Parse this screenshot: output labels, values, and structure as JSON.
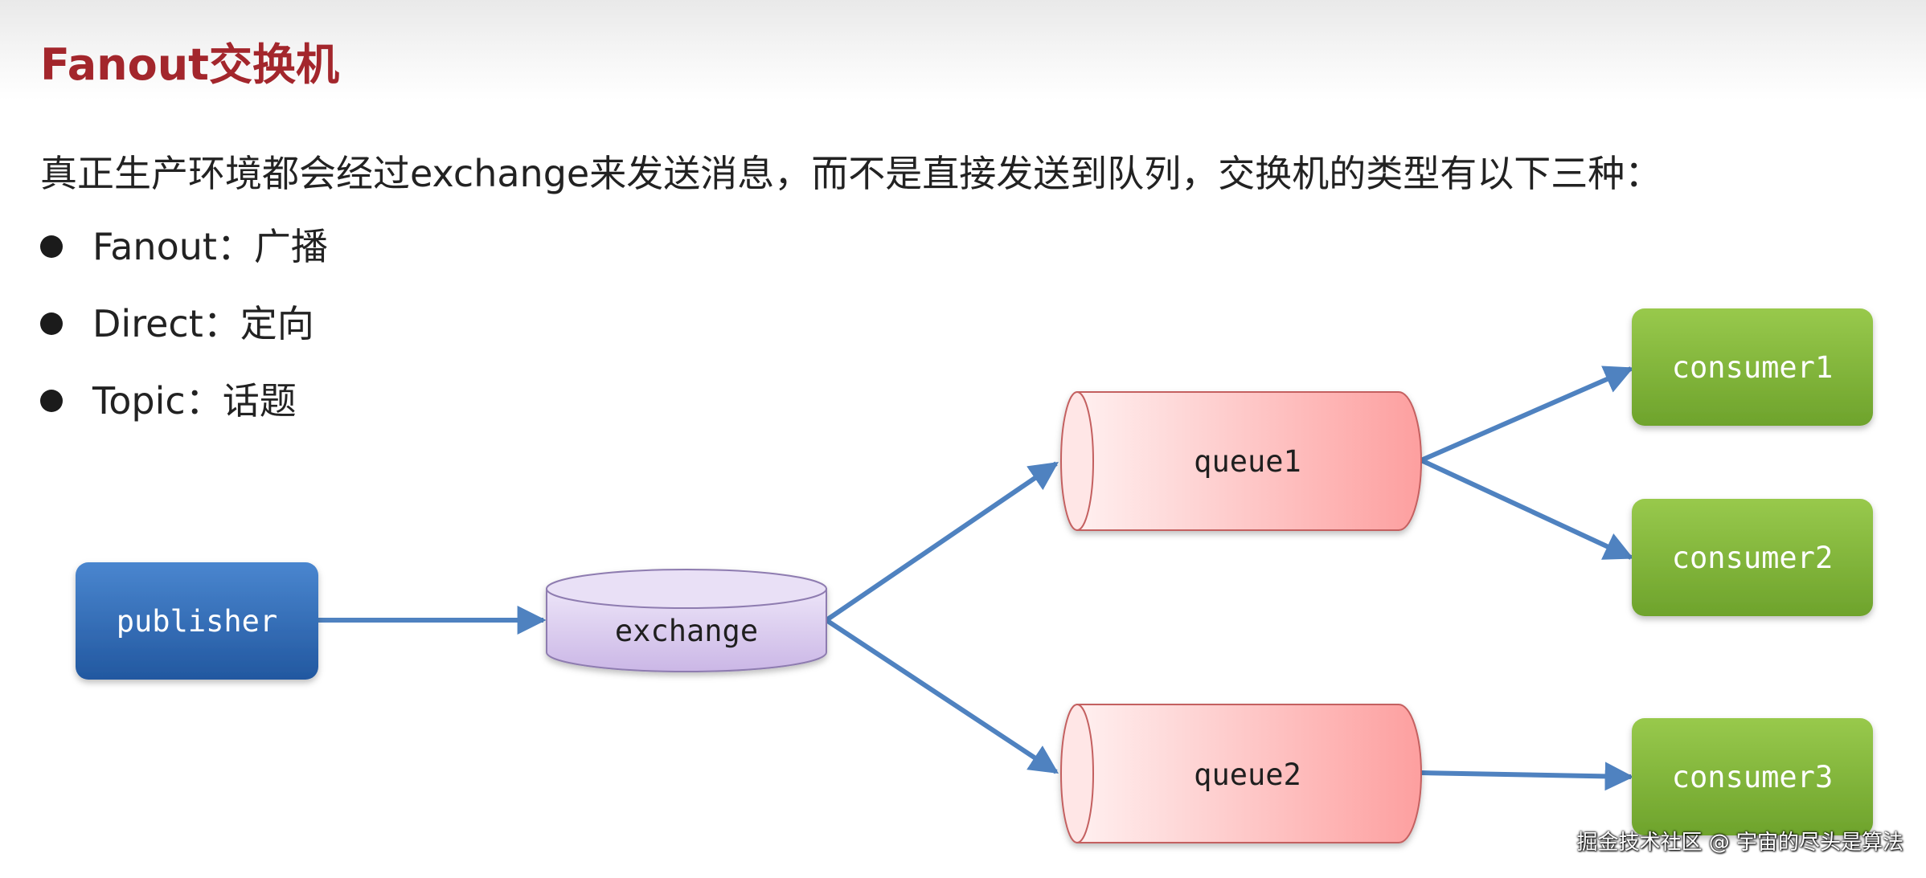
{
  "slide": {
    "title": "Fanout交换机",
    "intro": "真正生产环境都会经过exchange来发送消息，而不是直接发送到队列，交换机的类型有以下三种：",
    "bullets": [
      {
        "label": "Fanout：广播"
      },
      {
        "label": "Direct：定向"
      },
      {
        "label": "Topic：话题"
      }
    ]
  },
  "diagram": {
    "nodes": {
      "publisher": "publisher",
      "exchange": "exchange",
      "queue1": "queue1",
      "queue2": "queue2",
      "consumer1": "consumer1",
      "consumer2": "consumer2",
      "consumer3": "consumer3"
    },
    "edges": [
      {
        "from": "publisher",
        "to": "exchange"
      },
      {
        "from": "exchange",
        "to": "queue1"
      },
      {
        "from": "exchange",
        "to": "queue2"
      },
      {
        "from": "queue1",
        "to": "consumer1"
      },
      {
        "from": "queue1",
        "to": "consumer2"
      },
      {
        "from": "queue2",
        "to": "consumer3"
      }
    ],
    "colors": {
      "publisher": "#2e68b3",
      "exchange": "#d8c8ee",
      "queue": "#fda9a9",
      "consumer": "#7fb539",
      "arrow": "#4f82c0"
    }
  },
  "watermark": "掘金技术社区 @ 宇宙的尽头是算法"
}
